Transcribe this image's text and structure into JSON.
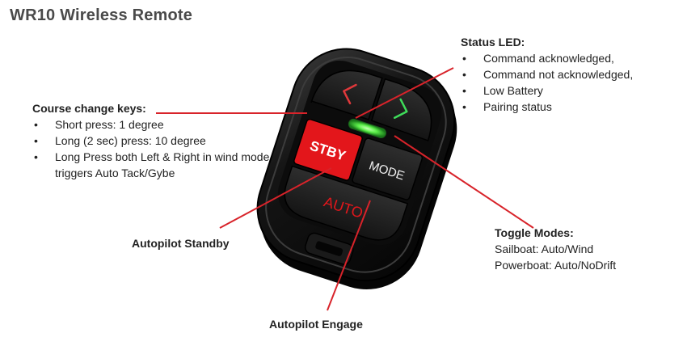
{
  "title": "WR10 Wireless Remote",
  "colors": {
    "leader_line": "#d8232a",
    "button_red": "#e3161b",
    "led_green": "#5cf04a",
    "chevron_green": "#3fdc5a",
    "chevron_red": "#e0383b",
    "body_dark": "#121212"
  },
  "icons": [
    "chevron-left-icon",
    "chevron-right-icon",
    "status-led-icon"
  ],
  "remote": {
    "stby_label": "STBY",
    "mode_label": "MODE",
    "auto_label": "AUTO"
  },
  "callouts": {
    "course": {
      "heading": "Course change keys:",
      "items": [
        "Short press: 1 degree",
        "Long (2 sec) press: 10 degree",
        "Long Press both Left & Right  in wind mode triggers Auto Tack/Gybe"
      ]
    },
    "led": {
      "heading": "Status LED:",
      "items": [
        "Command acknowledged,",
        "Command not acknowledged,",
        "Low Battery",
        "Pairing status"
      ]
    },
    "modes": {
      "heading": "Toggle Modes:",
      "lines": [
        "Sailboat:  Auto/Wind",
        "Powerboat:  Auto/NoDrift"
      ]
    },
    "standby": {
      "heading": "Autopilot Standby"
    },
    "engage": {
      "heading": "Autopilot Engage"
    }
  }
}
